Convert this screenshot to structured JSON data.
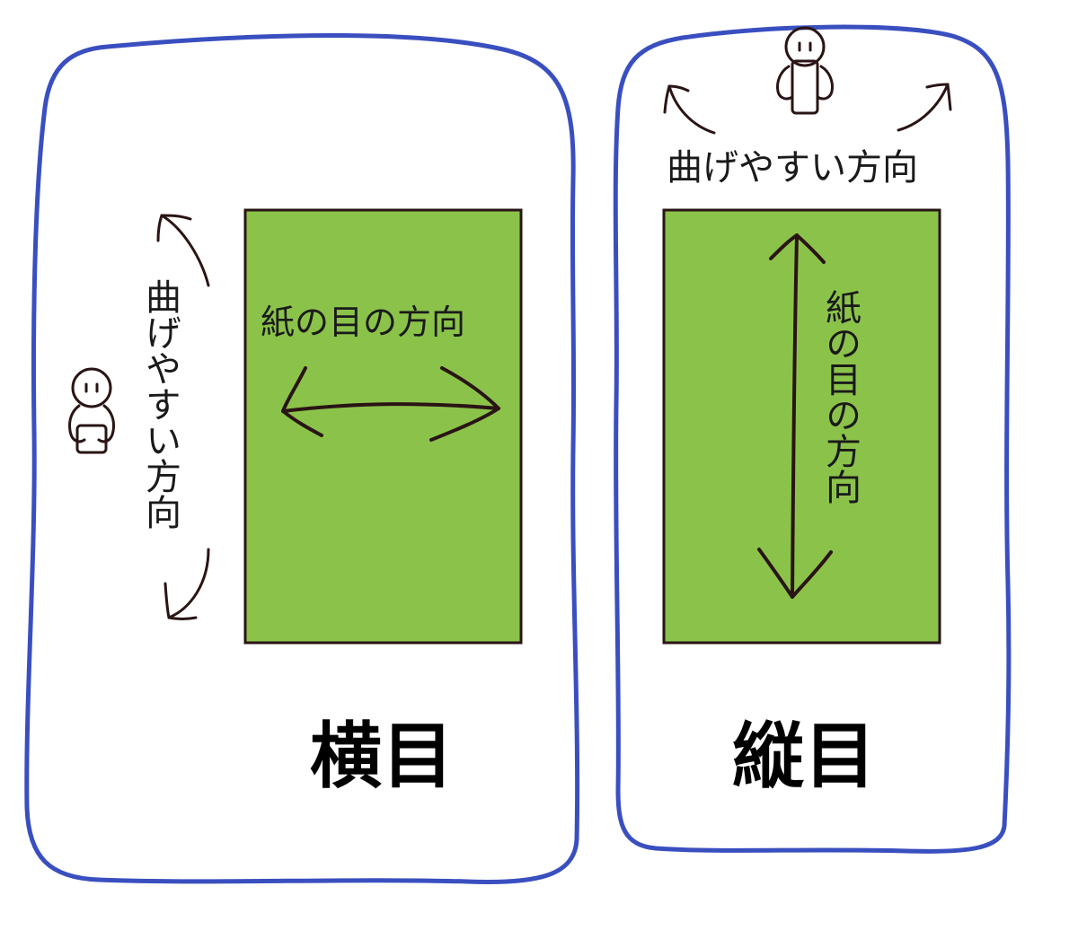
{
  "colors": {
    "panel_border": "#3a4fbf",
    "paper_fill": "#8bc34a",
    "ink": "#2a1414"
  },
  "left_panel": {
    "title": "横目",
    "grain_label": "紙の目の方向",
    "bend_label": "曲げやすい方向"
  },
  "right_panel": {
    "title": "縦目",
    "grain_label": "紙の目の方向",
    "bend_label": "曲げやすい方向"
  },
  "icons": [
    "person-holding-paper-icon",
    "person-holding-paper-icon"
  ]
}
